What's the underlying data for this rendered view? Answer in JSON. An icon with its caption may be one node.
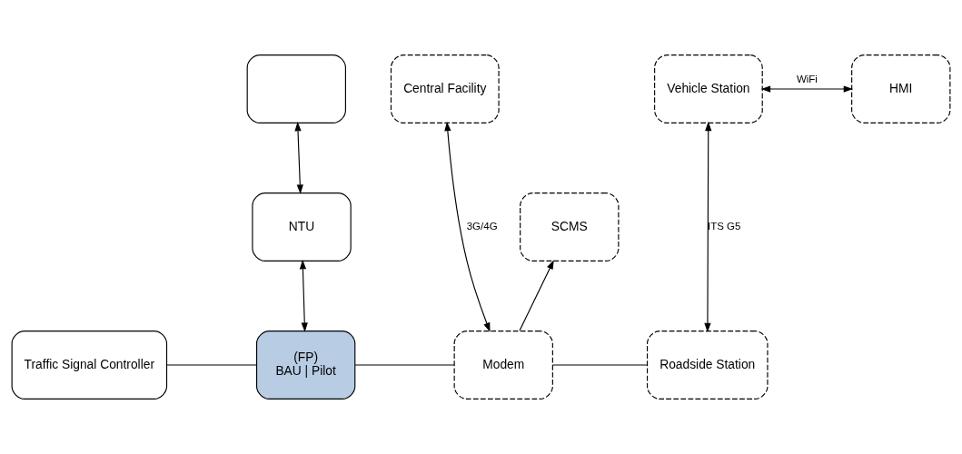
{
  "diagram": {
    "nodes": [
      {
        "text": [],
        "shape": "box"
      },
      {
        "text": [
          "Central Facility"
        ]
      },
      {
        "text": [
          "Vehicle Station"
        ]
      },
      {
        "text": [
          "HMI"
        ]
      },
      {
        "text": [
          "SCMS"
        ]
      },
      {
        "text": [
          "NTU"
        ]
      },
      {
        "text": [
          "Traffic Signal Controller"
        ]
      },
      {
        "text": [
          "(FP)",
          "BAU | Pilot"
        ]
      },
      {
        "text": [
          "Modem"
        ]
      },
      {
        "text": [
          "Roadside Station"
        ]
      }
    ],
    "edges": [
      {
        "from": 0,
        "to": 5,
        "arrow": "both"
      },
      {
        "from": 5,
        "to": 7,
        "arrow": "both"
      },
      {
        "from": 1,
        "to": 8,
        "arrow": "both",
        "label": "3G/4G"
      },
      {
        "from": 8,
        "to": 4,
        "arrow": "to"
      },
      {
        "from": 2,
        "to": 9,
        "arrow": "both",
        "label": "ITS G5"
      },
      {
        "from": 2,
        "to": 3,
        "arrow": "both",
        "label": "WiFi"
      },
      {
        "from": 6,
        "to": 7,
        "arrow": "none"
      },
      {
        "from": 7,
        "to": 8,
        "arrow": "none"
      },
      {
        "from": 8,
        "to": 9,
        "arrow": "none"
      }
    ]
  }
}
